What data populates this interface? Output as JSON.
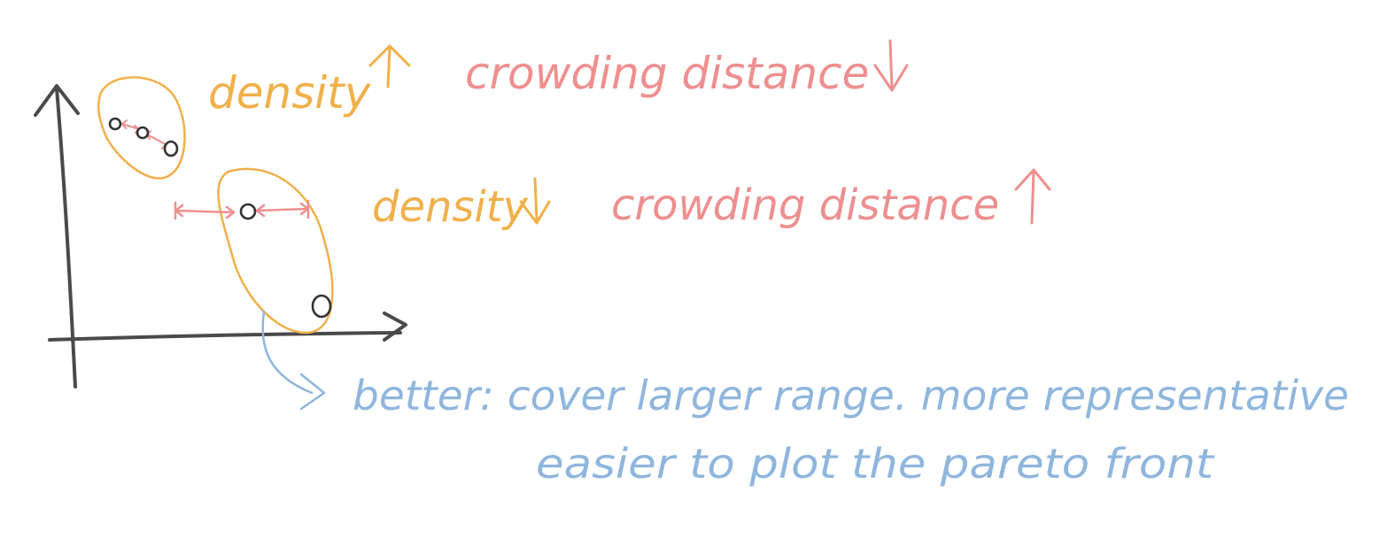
{
  "colors": {
    "axis": "#4a4a4a",
    "point": "#333333",
    "orange": "#f0b04a",
    "red": "#ee8f8f",
    "blue": "#8fb6dd",
    "background": "#ffffff"
  },
  "annotations": {
    "top_density": "density",
    "top_crowding": "crowding distance",
    "mid_density": "density",
    "mid_crowding": "crowding distance",
    "better_line1": "better: cover larger range. more representative",
    "better_line2": "easier to plot the pareto front"
  },
  "arrows": {
    "top_density": "up",
    "top_crowding": "down",
    "mid_density": "down",
    "mid_crowding": "up"
  }
}
